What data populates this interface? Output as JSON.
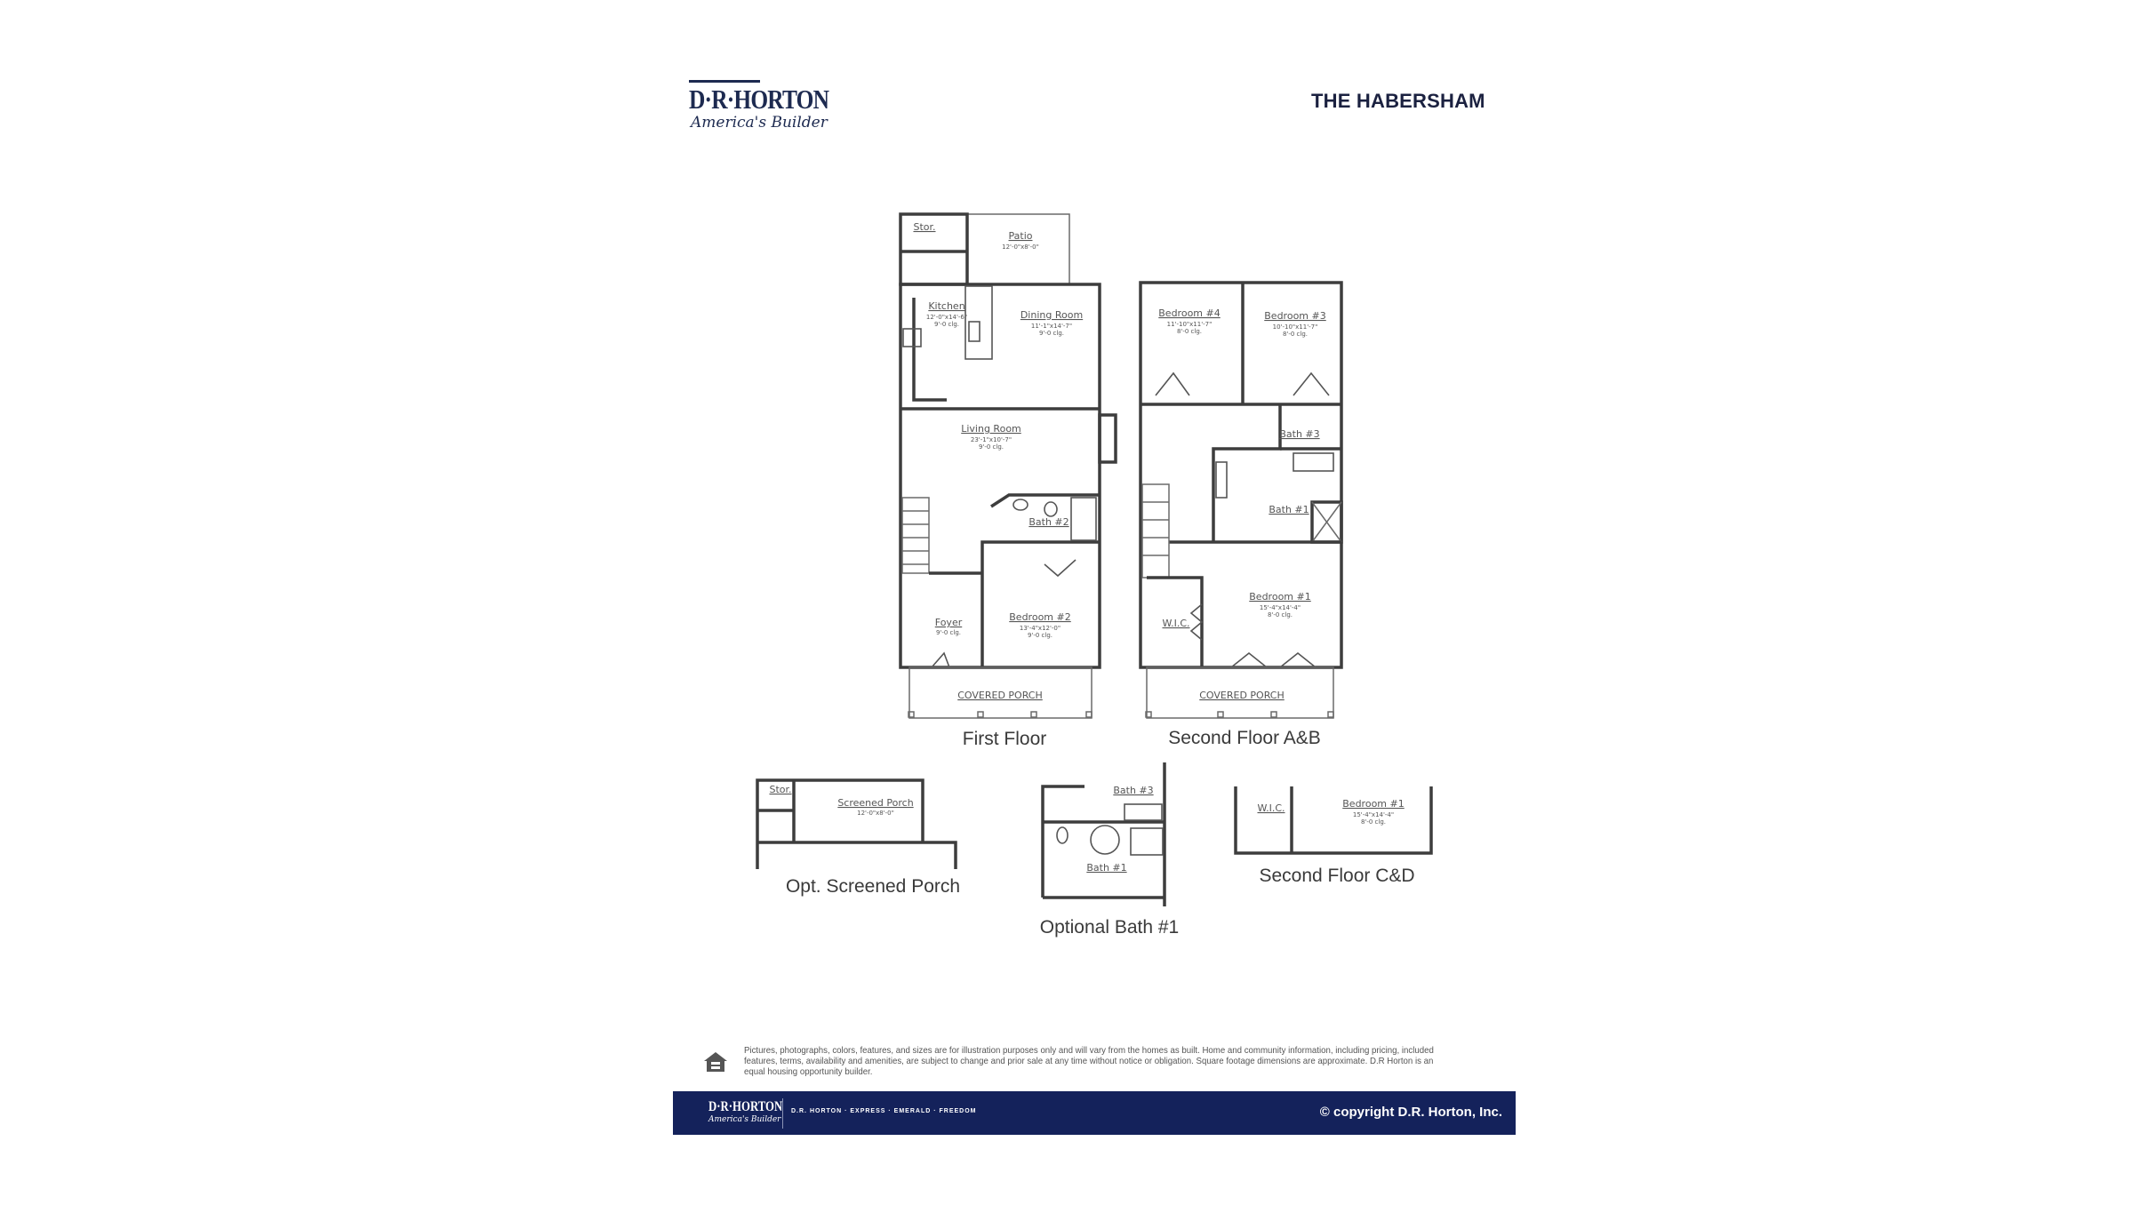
{
  "header": {
    "logo_wordmark": "D·R·HORTON",
    "logo_tagline": "America's Builder",
    "title": "THE HABERSHAM"
  },
  "first_floor": {
    "caption": "First Floor",
    "rooms": {
      "stor": {
        "name": "Stor."
      },
      "patio": {
        "name": "Patio",
        "size": "12'-0\"x8'-0\""
      },
      "kitchen": {
        "name": "Kitchen",
        "size": "12'-0\"x14'-6\"",
        "ceiling": "9'-0 clg."
      },
      "dining": {
        "name": "Dining Room",
        "size": "11'-1\"x14'-7\"",
        "ceiling": "9'-0 clg."
      },
      "living": {
        "name": "Living Room",
        "size": "23'-1\"x10'-7\"",
        "ceiling": "9'-0 clg."
      },
      "bath2": {
        "name": "Bath #2"
      },
      "bedroom2": {
        "name": "Bedroom #2",
        "size": "13'-4\"x12'-0\"",
        "ceiling": "9'-0 clg."
      },
      "foyer": {
        "name": "Foyer",
        "ceiling": "9'-0 clg."
      },
      "porch": {
        "name": "COVERED PORCH"
      }
    }
  },
  "second_floor_ab": {
    "caption": "Second Floor A&B",
    "rooms": {
      "bedroom4": {
        "name": "Bedroom #4",
        "size": "11'-10\"x11'-7\"",
        "ceiling": "8'-0 clg."
      },
      "bedroom3": {
        "name": "Bedroom #3",
        "size": "10'-10\"x11'-7\"",
        "ceiling": "8'-0 clg."
      },
      "bath3": {
        "name": "Bath #3"
      },
      "bath1": {
        "name": "Bath #1"
      },
      "bedroom1": {
        "name": "Bedroom #1",
        "size": "15'-4\"x14'-4\"",
        "ceiling": "8'-0 clg."
      },
      "wic": {
        "name": "W.I.C."
      },
      "porch": {
        "name": "COVERED PORCH"
      }
    }
  },
  "opt_screened_porch": {
    "caption": "Opt. Screened Porch",
    "stor": "Stor.",
    "porch_name": "Screened Porch",
    "porch_size": "12'-0\"x8'-0\""
  },
  "optional_bath": {
    "caption": "Optional Bath #1",
    "bath3": "Bath #3",
    "bath1": "Bath #1"
  },
  "second_floor_cd": {
    "caption": "Second Floor C&D",
    "wic": "W.I.C.",
    "bedroom1": "Bedroom #1",
    "size": "15'-4\"x14'-4\"",
    "ceiling": "8'-0 clg."
  },
  "footer": {
    "disclaimer": "Pictures, photographs, colors, features, and sizes are for illustration purposes only and will vary from the homes as built. Home and community information, including pricing, included features, terms, availability and amenities, are subject to change and prior sale at any time without notice or obligation. Square footage dimensions are approximate. D.R Horton is an equal housing opportunity builder.",
    "logo_wordmark": "D·R·HORTON",
    "logo_tagline": "America's Builder",
    "brands": "D.R. HORTON · EXPRESS · EMERALD · FREEDOM",
    "copyright": "© copyright D.R. Horton, Inc.",
    "bar_color": "#14225b"
  }
}
